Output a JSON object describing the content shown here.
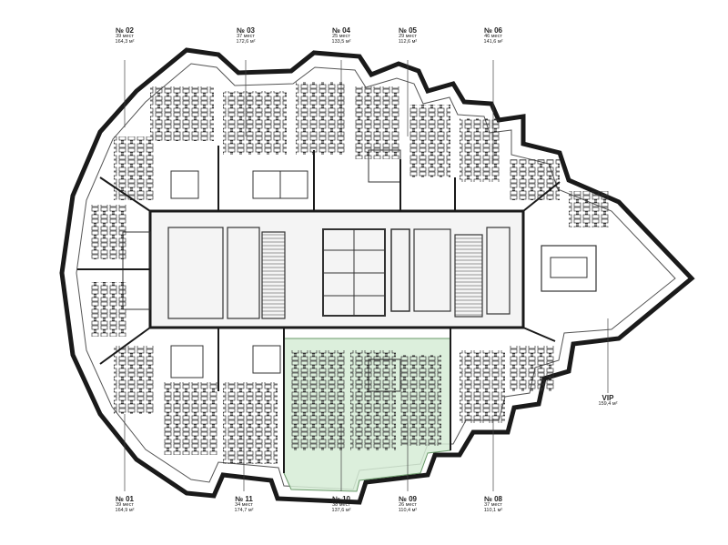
{
  "zones": [
    {
      "id": "02",
      "number": "№ 02",
      "seats": "39 мест",
      "area": "164,3 м²"
    },
    {
      "id": "03",
      "number": "№ 03",
      "seats": "37 мест",
      "area": "172,6 м²"
    },
    {
      "id": "04",
      "number": "№ 04",
      "seats": "25 мест",
      "area": "133,5 м²"
    },
    {
      "id": "05",
      "number": "№ 05",
      "seats": "29 мест",
      "area": "112,6 м²"
    },
    {
      "id": "06",
      "number": "№ 06",
      "seats": "46 мест",
      "area": "141,6 м²"
    },
    {
      "id": "vip",
      "number": "VIP",
      "seats": "",
      "area": "159,4 м²"
    },
    {
      "id": "01",
      "number": "№ 01",
      "seats": "39 мест",
      "area": "164,9 м²"
    },
    {
      "id": "11",
      "number": "№ 11",
      "seats": "34 мест",
      "area": "174,7 м²"
    },
    {
      "id": "10",
      "number": "№ 10",
      "seats": "38 мест",
      "area": "137,6 м²"
    },
    {
      "id": "09",
      "number": "№ 09",
      "seats": "26 мест",
      "area": "110,4 м²"
    },
    {
      "id": "08",
      "number": "№ 08",
      "seats": "37 мест",
      "area": "110,1 м²"
    }
  ],
  "colors": {
    "wall": "#1a1a1a",
    "line": "#444444",
    "highlight": "#d6ecd6",
    "highlight_stroke": "#6a9a6a",
    "core": "#f4f4f4",
    "background": "#ffffff"
  },
  "highlighted_zone": "10"
}
